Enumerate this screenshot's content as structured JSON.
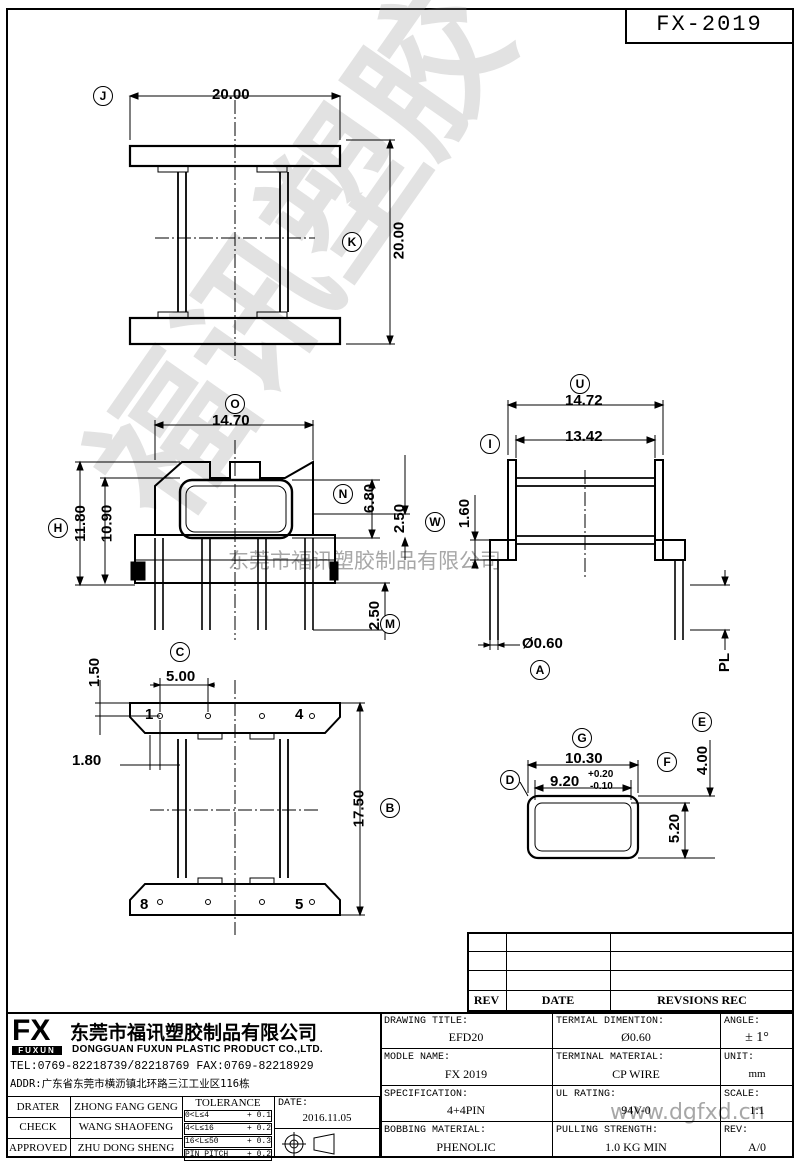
{
  "title": "FX-2019",
  "dimensions": {
    "j": "20.00",
    "k": "20.00",
    "o": "14.70",
    "h": "11.80",
    "h2": "10.90",
    "n": "6.80",
    "n2": "2.50",
    "m": "2.50",
    "u": "14.72",
    "i": "13.42",
    "w": "1.60",
    "a": "Ø0.60",
    "pl": "PL",
    "c": "5.00",
    "c2": "1.50",
    "b": "17.50",
    "b2": "1.80",
    "g": "10.30",
    "g2": "9.20",
    "g2_tol_plus": "+0.20",
    "g2_tol_minus": "-0.10",
    "e": "4.00",
    "f": "5.20"
  },
  "callouts": [
    "J",
    "K",
    "O",
    "H",
    "N",
    "M",
    "U",
    "I",
    "W",
    "A",
    "C",
    "B",
    "G",
    "D",
    "F",
    "E"
  ],
  "pins": {
    "p1": "1",
    "p4": "4",
    "p8": "8",
    "p5": "5"
  },
  "watermark": {
    "diagonal": "福讯塑胶",
    "center": "东莞市福讯塑胶制品有限公司",
    "bottom": "www.dgfxd.cn"
  },
  "rev_table": {
    "rev": "REV",
    "date": "DATE",
    "revisions": "REVSIONS REC"
  },
  "company": {
    "logo": "FX",
    "logo_sub": "FUXUN",
    "name_cn": "东莞市福讯塑胶制品有限公司",
    "name_en": "DONGGUAN FUXUN PLASTIC PRODUCT CO.,LTD.",
    "tel": "TEL:0769-82218739/82218769 FAX:0769-82218929",
    "addr": "ADDR:广东省东莞市横沥镇北环路三江工业区116栋"
  },
  "people": {
    "drater_label": "DRATER",
    "drater": "ZHONG FANG GENG",
    "check_label": "CHECK",
    "check": "WANG SHAOFENG",
    "approved_label": "APPROVED",
    "approved": "ZHU DONG SHENG"
  },
  "tolerance": {
    "label": "TOLERANCE",
    "rows": [
      {
        "range": "0<L≤4",
        "value": "+ 0.1"
      },
      {
        "range": "4<L≤16",
        "value": "+ 0.2"
      },
      {
        "range": "16<L≤50",
        "value": "+ 0.3"
      },
      {
        "range": "PIN PITCH",
        "value": "+ 0.2"
      }
    ]
  },
  "date": {
    "label": "DATE:",
    "value": "2016.11.05"
  },
  "spec": {
    "drawing_title_label": "DRAWING TITLE:",
    "drawing_title": "EFD20",
    "terminal_dim_label": "TERMIAL DIMENTION:",
    "terminal_dim": "Ø0.60",
    "angle_label": "ANGLE:",
    "angle": "± 1°",
    "model_label": "MODLE NAME:",
    "model": "FX 2019",
    "terminal_mat_label": "TERMINAL MATERIAL:",
    "terminal_mat": "CP WIRE",
    "unit_label": "UNIT:",
    "unit": "mm",
    "specification_label": "SPECIFICATION:",
    "specification": "4+4PIN",
    "ul_label": "UL RATING:",
    "ul": "94V-0",
    "scale_label": "SCALE:",
    "scale": "1:1",
    "bobbing_label": "BOBBING MATERIAL:",
    "bobbing": "PHENOLIC",
    "pulling_label": "PULLING STRENGTH:",
    "pulling": "1.0 KG MIN",
    "rev_label": "REV:",
    "rev": "A/0"
  }
}
